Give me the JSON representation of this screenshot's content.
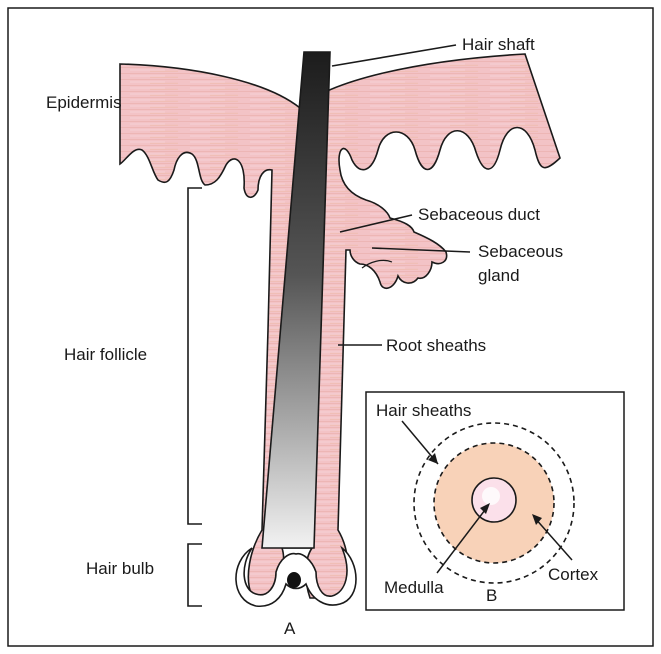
{
  "labels": {
    "hair_shaft": "Hair shaft",
    "epidermis": "Epidermis",
    "sebaceous_duct": "Sebaceous duct",
    "sebaceous_gland_line1": "Sebaceous",
    "sebaceous_gland_line2": "gland",
    "root_sheaths": "Root sheaths",
    "hair_follicle": "Hair follicle",
    "hair_bulb": "Hair bulb",
    "panel_a": "A",
    "hair_sheaths": "Hair sheaths",
    "medulla": "Medulla",
    "cortex": "Cortex",
    "panel_b": "B"
  },
  "colors": {
    "tissue": "#f3c3c6",
    "tissue_stroke": "#1a1a1a",
    "cortex": "#f8d2b8",
    "medulla": "#fbe0ea",
    "shaft_dark": "#1c1c1c",
    "shaft_light": "#f2f2f2"
  }
}
